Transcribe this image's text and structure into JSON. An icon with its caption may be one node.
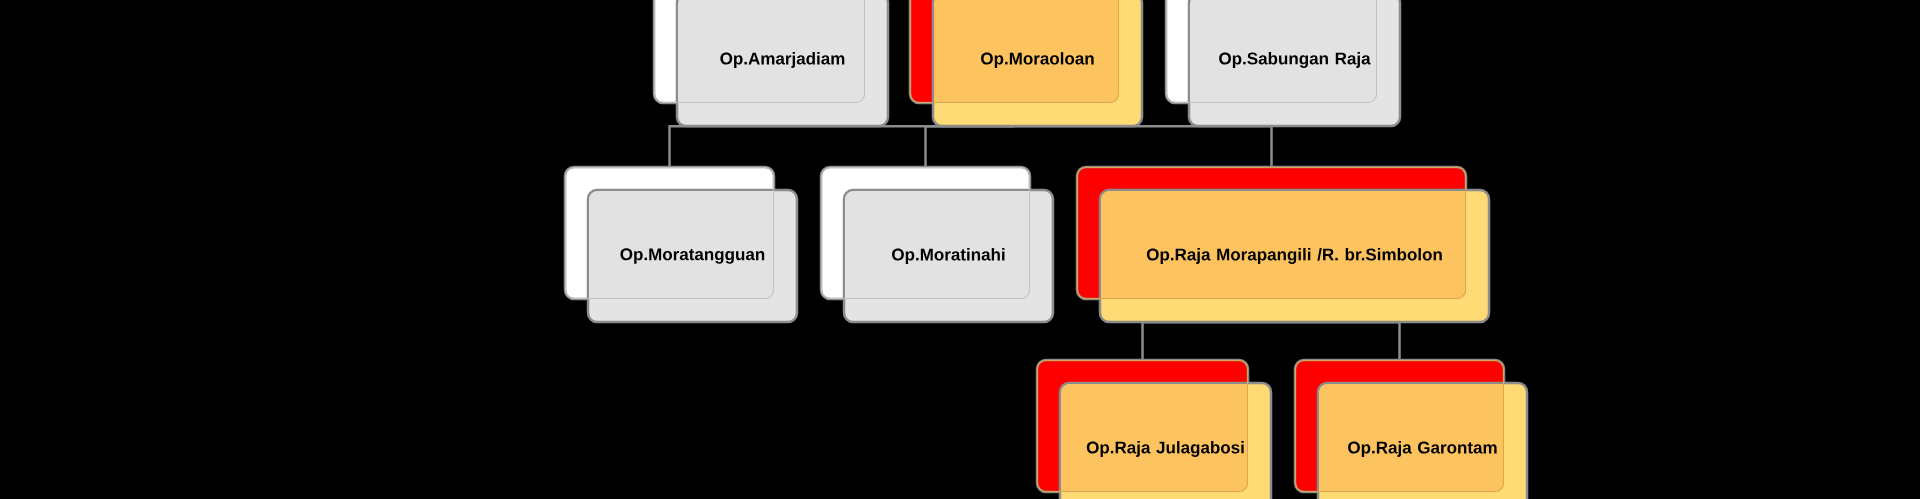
{
  "diagram": {
    "nodes": [
      {
        "text": [
          "Op.Amarjadiam"
        ]
      },
      {
        "text": [
          "Op.Moraoloan"
        ]
      },
      {
        "text": [
          "Op.Sabungan Raja"
        ]
      },
      {
        "text": [
          "Op.Moratangguan"
        ]
      },
      {
        "text": [
          "Op.Moratinahi"
        ]
      },
      {
        "text": [
          "Op.Raja Morapangili /R. br.Simbolon"
        ]
      },
      {
        "text": [
          "Op.Raja Julagabosi"
        ]
      },
      {
        "text": [
          "Op.Raja Garontam"
        ]
      }
    ],
    "edges": [
      {
        "from": 1,
        "to": 3,
        "arrow": "none"
      },
      {
        "from": 1,
        "to": 4,
        "arrow": "none"
      },
      {
        "from": 1,
        "to": 5,
        "arrow": "none"
      },
      {
        "from": 5,
        "to": 6,
        "arrow": "none"
      },
      {
        "from": 5,
        "to": 7,
        "arrow": "none"
      }
    ]
  }
}
